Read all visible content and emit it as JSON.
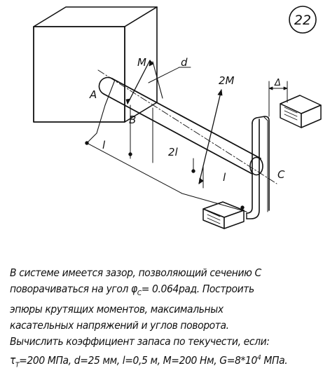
{
  "badge": "22",
  "labels": {
    "A": "A",
    "B": "B",
    "C": "C",
    "d": "d",
    "M": "M",
    "M2": "2M",
    "l1": "l",
    "l2": "2l",
    "l3": "l",
    "delta": "Δ"
  },
  "problem": {
    "line1": "В системе имеется зазор, позволяющий сечению С",
    "line2a": "поворачиваться на угол φ",
    "line2sub": "C",
    "line2b": "= 0.064рад. Построить",
    "line3": "эпюры крутящих моментов, максимальных",
    "line4": "касательных напряжений и углов поворота.",
    "line5": "Вычислить коэффициент запаса по текучести, если:",
    "line6a": "τ",
    "line6sub": "T",
    "line6b": "=200 МПа, d=25 мм, l=0,5 м, M=200 Нм, G=8*10",
    "line6sup": "4",
    "line6c": " МПа."
  }
}
